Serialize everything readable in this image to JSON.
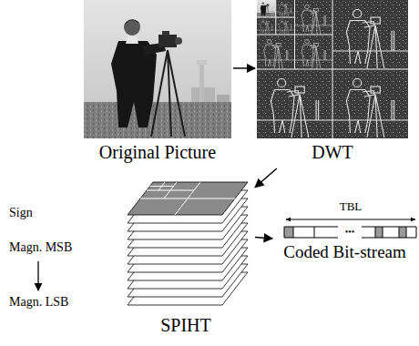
{
  "diagram": {
    "nodes": [
      {
        "text": [
          "Original Picture"
        ]
      },
      {
        "text": [
          "DWT"
        ]
      },
      {
        "text": [
          "SPIHT"
        ]
      },
      {
        "text": [
          "Coded Bit-stream"
        ]
      }
    ],
    "edges": [
      {
        "from": 0,
        "to": 1,
        "arrow": "to"
      },
      {
        "from": 1,
        "to": 2,
        "arrow": "to"
      },
      {
        "from": 2,
        "to": 3,
        "arrow": "to"
      }
    ],
    "labels": [
      "Sign",
      "Magn. MSB",
      "Magn. LSB",
      "TBL",
      "•••"
    ]
  }
}
